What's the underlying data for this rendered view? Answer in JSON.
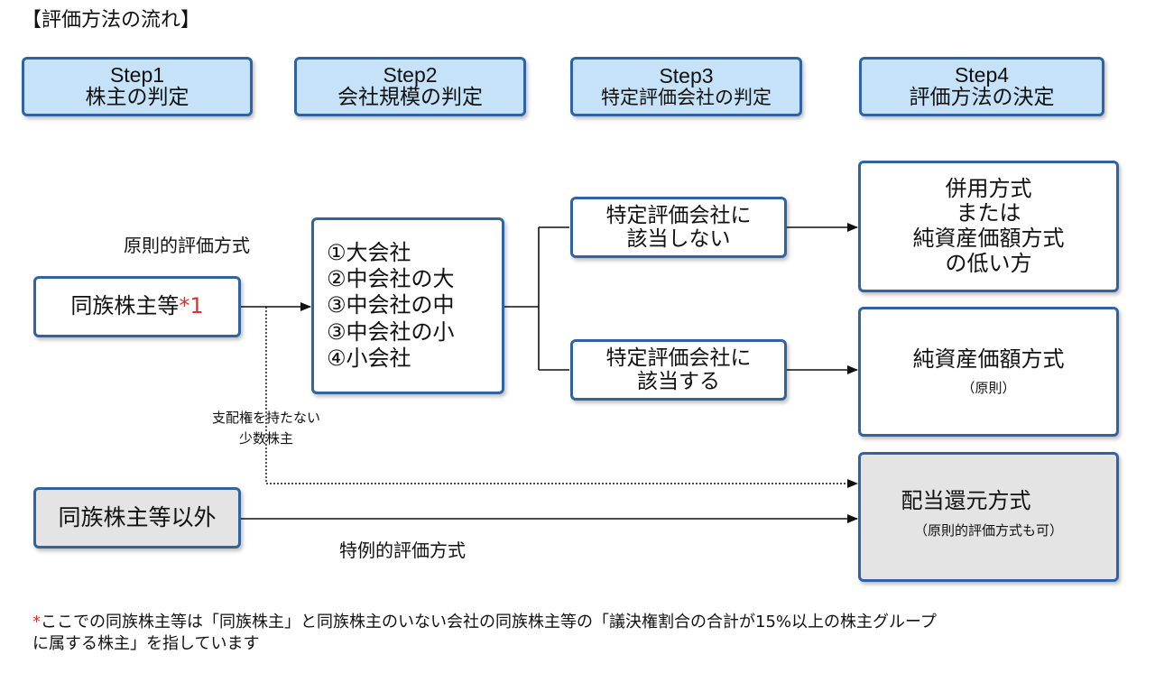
{
  "title": "【評価方法の流れ】",
  "steps": [
    {
      "step": "Step1",
      "label": "株主の判定"
    },
    {
      "step": "Step2",
      "label": "会社規模の判定"
    },
    {
      "step": "Step3",
      "label": "特定評価会社の判定"
    },
    {
      "step": "Step4",
      "label": "評価方法の決定"
    }
  ],
  "shareholder": {
    "family": "同族株主等",
    "family_mark": "*1",
    "other": "同族株主等以外"
  },
  "labels": {
    "principle": "原則的評価方式",
    "special": "特例的評価方式",
    "minority_line1": "支配権を持たない",
    "minority_line2": "少数株主"
  },
  "company_sizes": [
    "①大会社",
    "②中会社の大",
    "③中会社の中",
    "③中会社の小",
    "④小会社"
  ],
  "specific": {
    "not_applicable_line1": "特定評価会社に",
    "not_applicable_line2": "該当しない",
    "applicable_line1": "特定評価会社に",
    "applicable_line2": "該当する"
  },
  "results": {
    "combined_lines": [
      "併用方式",
      "または",
      "純資産価額方式",
      "の低い方"
    ],
    "net_assets": "純資産価額方式",
    "net_assets_note": "（原則）",
    "dividend": "配当還元方式",
    "dividend_note": "（原則的評価方式も可）"
  },
  "footnote": {
    "mark": "*",
    "line1": "ここでの同族株主等は「同族株主」と同族株主のいない会社の同族株主等の「議決権割合の合計が15%以上の株主グループ",
    "line2": "に属する株主」を指しています"
  },
  "colors": {
    "step_fill": "#c6e2f8",
    "border": "#2f63a3",
    "gray_fill": "#e4e4e4",
    "accent_red": "#d9332b"
  }
}
